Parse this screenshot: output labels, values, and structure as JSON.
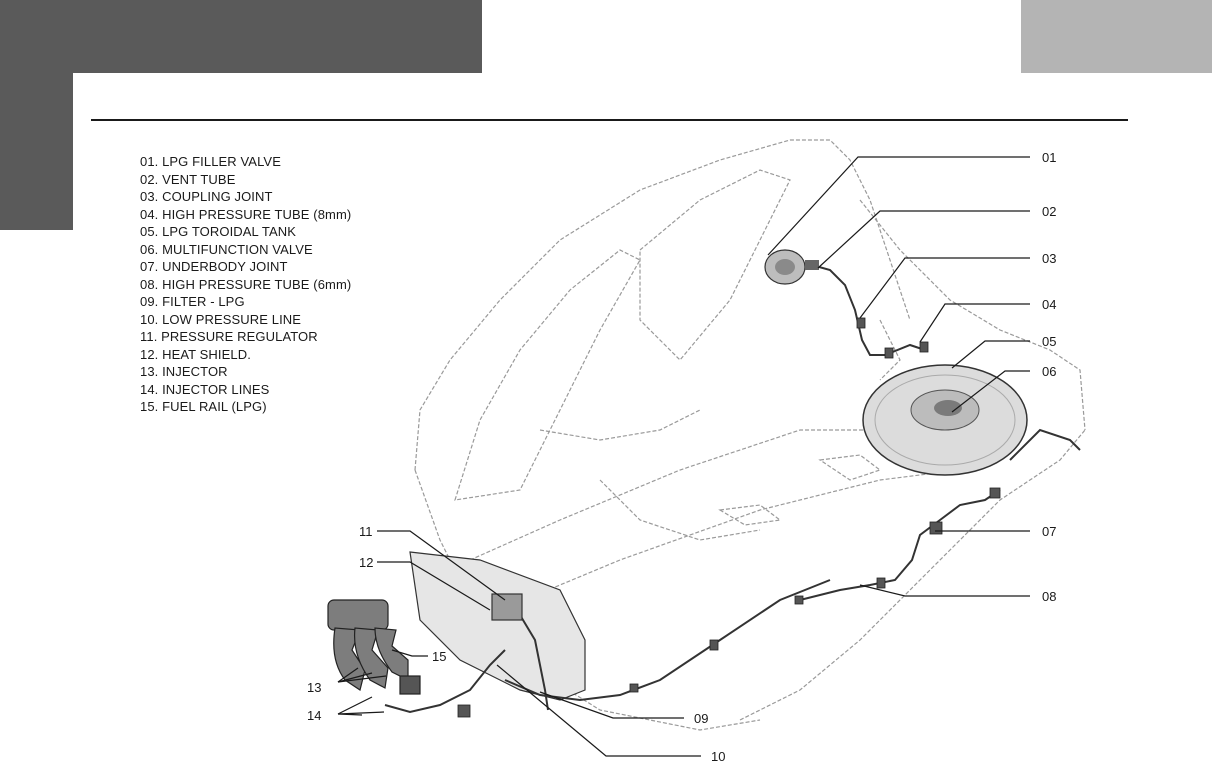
{
  "legend": [
    "01. LPG FILLER VALVE",
    "02. VENT TUBE",
    "03. COUPLING JOINT",
    "04. HIGH PRESSURE TUBE (8mm)",
    "05. LPG TOROIDAL TANK",
    "06. MULTIFUNCTION VALVE",
    "07. UNDERBODY JOINT",
    "08. HIGH PRESSURE TUBE (6mm)",
    "09. FILTER - LPG",
    "10. LOW PRESSURE LINE",
    "11. PRESSURE REGULATOR",
    "12. HEAT SHIELD.",
    "13. INJECTOR",
    "14. INJECTOR LINES",
    "15. FUEL RAIL (LPG)"
  ],
  "callouts": {
    "c01": "01",
    "c02": "02",
    "c03": "03",
    "c04": "04",
    "c05": "05",
    "c06": "06",
    "c07": "07",
    "c08": "08",
    "c09": "09",
    "c10": "10",
    "c11": "11",
    "c12": "12",
    "c13": "13",
    "c14": "14",
    "c15": "15"
  },
  "colors": {
    "header_dark": "#5a5a5a",
    "header_light": "#b4b4b4",
    "ink": "#1a1a1a"
  }
}
